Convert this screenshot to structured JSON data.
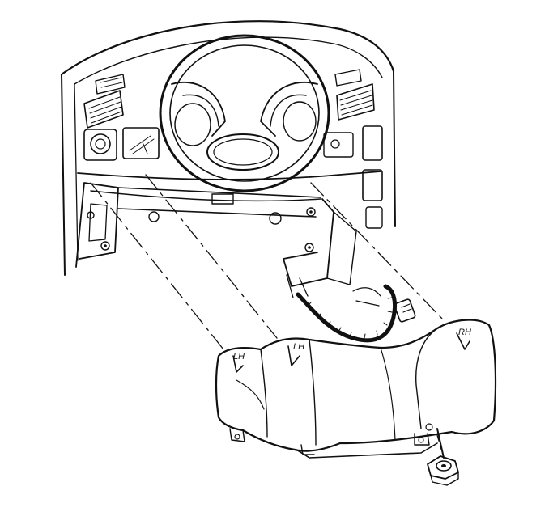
{
  "diagram": {
    "style": "black line-art exploded view",
    "colors": {
      "ink": "#111111",
      "paper": "#ffffff"
    },
    "callouts": {
      "left_tab": "LH",
      "center_tab": "LH",
      "right_tab": "RH"
    }
  }
}
